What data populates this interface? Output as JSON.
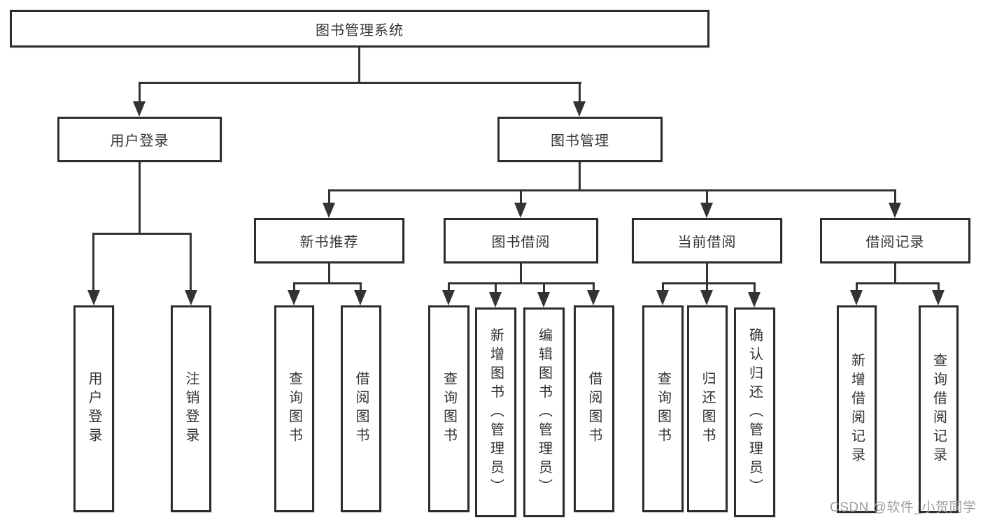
{
  "colors": {
    "background": "#ffffff",
    "box_border": "#2d2d2d",
    "connector_line": "#333333",
    "text": "#333333",
    "watermark": "#9e9e9e"
  },
  "tree": {
    "root": {
      "label": "图书管理系统"
    },
    "branches": [
      {
        "label": "用户登录",
        "children": [
          {
            "label": "用户登录"
          },
          {
            "label": "注销登录"
          }
        ]
      },
      {
        "label": "图书管理",
        "children": [
          {
            "label": "新书推荐",
            "children": [
              {
                "label": "查询图书"
              },
              {
                "label": "借阅图书"
              }
            ]
          },
          {
            "label": "图书借阅",
            "children": [
              {
                "label": "查询图书"
              },
              {
                "label": "新增图书（管理员）"
              },
              {
                "label": "编辑图书（管理员）"
              },
              {
                "label": "借阅图书"
              }
            ]
          },
          {
            "label": "当前借阅",
            "children": [
              {
                "label": "查询图书"
              },
              {
                "label": "归还图书"
              },
              {
                "label": "确认归还（管理员）"
              }
            ]
          },
          {
            "label": "借阅记录",
            "children": [
              {
                "label": "新增借阅记录"
              },
              {
                "label": "查询借阅记录"
              }
            ]
          }
        ]
      }
    ]
  },
  "watermark": {
    "text": "CSDN @软件_小贺同学"
  }
}
